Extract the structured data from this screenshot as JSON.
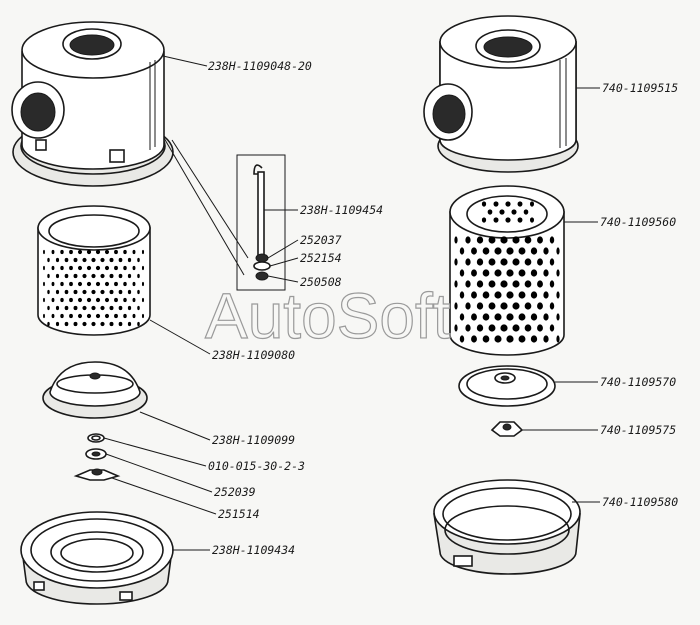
{
  "labels": {
    "housing_left": "238Н-1109048-20",
    "rod": "238Н-1109454",
    "washer_a": "252037",
    "washer_b": "252154",
    "nut_a": "250508",
    "filter_left": "238Н-1109080",
    "cover_left": "238Н-1109099",
    "seal_ring": "010-015-30-2-3",
    "washer_c": "252039",
    "wing_nut_left": "251514",
    "pan_left": "238Н-1109434",
    "housing_right": "740-1109515",
    "filter_right": "740-1109560",
    "cover_right": "740-1109570",
    "wing_nut_right": "740-1109575",
    "pan_right": "740-1109580"
  },
  "watermark": "AutoSoft"
}
